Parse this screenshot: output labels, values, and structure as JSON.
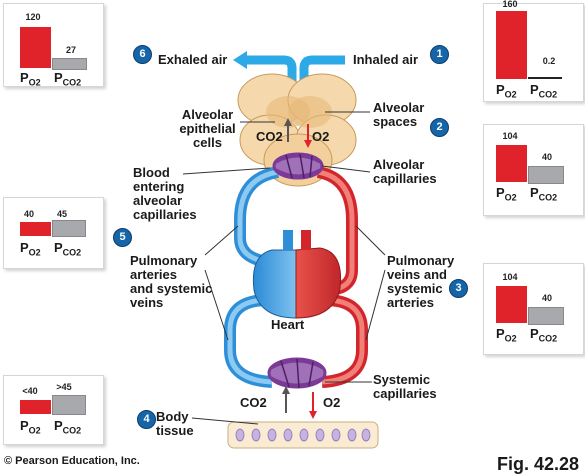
{
  "boxes": [
    {
      "id": "exhaled",
      "po2": "120",
      "pco2": "27",
      "po2_level": 0.9,
      "pco2_level": 0.2
    },
    {
      "id": "inhaled",
      "po2": "160",
      "pco2": "0.2",
      "po2_level": 1.0,
      "pco2_level": 0.02
    },
    {
      "id": "alveolar",
      "po2": "104",
      "pco2": "40",
      "po2_level": 0.78,
      "pco2_level": 0.3
    },
    {
      "id": "blood-entering",
      "po2": "40",
      "pco2": "45",
      "po2_level": 0.3,
      "pco2_level": 0.34
    },
    {
      "id": "pulmonary-veins",
      "po2": "104",
      "pco2": "40",
      "po2_level": 0.78,
      "pco2_level": 0.3
    },
    {
      "id": "body-tissue",
      "po2": "<40",
      "pco2": ">45",
      "po2_level": 0.3,
      "pco2_level": 0.34
    }
  ],
  "axis": {
    "po2": "P",
    "po2_sub": "O2",
    "pco2": "P",
    "pco2_sub": "CO2"
  },
  "steps": [
    "1",
    "2",
    "3",
    "4",
    "5",
    "6"
  ],
  "labels": {
    "exhaled": "Exhaled air",
    "inhaled": "Inhaled air",
    "alv_epithelial_1": "Alveolar",
    "alv_epithelial_2": "epithelial",
    "alv_epithelial_3": "cells",
    "alv_spaces_1": "Alveolar",
    "alv_spaces_2": "spaces",
    "alv_cap_1": "Alveolar",
    "alv_cap_2": "capillaries",
    "blood_1": "Blood",
    "blood_2": "entering",
    "blood_3": "alveolar",
    "blood_4": "capillaries",
    "pul_art_1": "Pulmonary",
    "pul_art_2": "arteries",
    "pul_art_3": "and systemic",
    "pul_art_4": "veins",
    "pul_vein_1": "Pulmonary",
    "pul_vein_2": "veins and",
    "pul_vein_3": "systemic",
    "pul_vein_4": "arteries",
    "heart": "Heart",
    "sys_cap_1": "Systemic",
    "sys_cap_2": "capillaries",
    "body_1": "Body",
    "body_2": "tissue",
    "co2_top": "CO2",
    "o2_top": "O2",
    "co2_bottom": "CO2",
    "o2_bottom": "O2"
  },
  "footer": {
    "copyright": "© Pearson Education, Inc.",
    "figure": "Fig. 42.28"
  },
  "colors": {
    "po2": "#e0232a",
    "pco2": "#a7a9ac",
    "oxygenated": "#e8393a",
    "deoxygenated": "#3f9fe0",
    "capillary": "#7b3a96",
    "step": "#1565a8"
  }
}
